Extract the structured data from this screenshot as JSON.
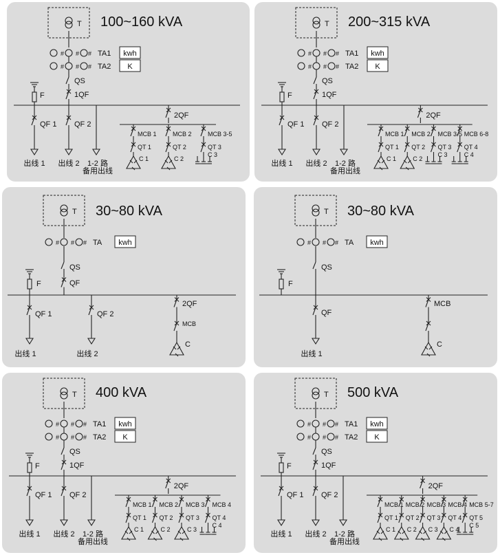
{
  "panels": [
    {
      "title": "100~160 kVA",
      "transformer": "T",
      "ct_rows": [
        {
          "label": "TA1",
          "box": "kwh"
        },
        {
          "label": "TA2",
          "box": "K"
        }
      ],
      "switch": "QS",
      "breaker": "1QF",
      "arrester": "F",
      "feeders": [
        {
          "switch": "QF 1",
          "label": "出线 1"
        },
        {
          "switch": "QF 2",
          "label": "出线 2"
        },
        {
          "label_lines": [
            "1-2 路",
            "备用出线"
          ]
        }
      ],
      "cap_breaker": "2QF",
      "cap_branches": [
        {
          "mcb": "MCB 1",
          "qt": "QT 1",
          "cap": "C 1",
          "kind": "tri"
        },
        {
          "mcb": "MCB 2",
          "qt": "QT 2",
          "cap": "C 2",
          "kind": "tri"
        },
        {
          "mcb": "MCB 3-5",
          "qt": "QT 3",
          "cap": "C 3",
          "kind": "split"
        }
      ]
    },
    {
      "title": "200~315 kVA",
      "transformer": "T",
      "ct_rows": [
        {
          "label": "TA1",
          "box": "kwh"
        },
        {
          "label": "TA2",
          "box": "K"
        }
      ],
      "switch": "QS",
      "breaker": "1QF",
      "arrester": "F",
      "feeders": [
        {
          "switch": "QF 1",
          "label": "出线 1"
        },
        {
          "switch": "QF 2",
          "label": "出线 2"
        },
        {
          "label_lines": [
            "1-2 路",
            "备用出线"
          ]
        }
      ],
      "cap_breaker": "2QF",
      "cap_branches": [
        {
          "mcb": "MCB 1",
          "qt": "QT 1",
          "cap": "C 1",
          "kind": "tri"
        },
        {
          "mcb": "MCB 2",
          "qt": "QT 2",
          "cap": "C 2",
          "kind": "tri"
        },
        {
          "mcb": "MCB 3-5",
          "qt": "QT 3",
          "cap": "C 3",
          "kind": "split"
        },
        {
          "mcb": "MCB 6-8",
          "qt": "QT 4",
          "cap": "C 4",
          "kind": "split"
        }
      ]
    },
    {
      "title": "30~80 kVA",
      "transformer": "T",
      "ct_rows": [
        {
          "label": "TA",
          "box": "kwh"
        }
      ],
      "switch": "QS",
      "breaker": "QF",
      "arrester": "F",
      "feeders": [
        {
          "switch": "QF 1",
          "label": "出线 1"
        },
        {
          "switch": "QF 2",
          "label": "出线 2"
        }
      ],
      "cap_breaker": "2QF",
      "cap_mcb": "MCB",
      "cap_label": "C"
    },
    {
      "title": "30~80 kVA",
      "transformer": "T",
      "ct_rows": [
        {
          "label": "TA",
          "box": "kwh"
        }
      ],
      "switch": "QS",
      "arrester": "F",
      "main_down": "QF",
      "feeder_label": "出线 1",
      "cap_breaker": "MCB",
      "cap_label": "C"
    },
    {
      "title": "400 kVA",
      "transformer": "T",
      "ct_rows": [
        {
          "label": "TA1",
          "box": "kwh"
        },
        {
          "label": "TA2",
          "box": "K"
        }
      ],
      "switch": "QS",
      "breaker": "1QF",
      "arrester": "F",
      "feeders": [
        {
          "switch": "QF 1",
          "label": "出线 1"
        },
        {
          "switch": "QF 2",
          "label": "出线 2"
        },
        {
          "label_lines": [
            "1-2 路",
            "备用出线"
          ]
        }
      ],
      "cap_breaker": "2QF",
      "cap_branches": [
        {
          "mcb": "MCB 1",
          "qt": "QT 1",
          "cap": "C 1",
          "kind": "tri"
        },
        {
          "mcb": "MCB 2",
          "qt": "QT 2",
          "cap": "C 2",
          "kind": "tri"
        },
        {
          "mcb": "MCB 3",
          "qt": "QT 3",
          "cap": "C 3",
          "kind": "tri"
        },
        {
          "mcb": "MCB 4",
          "qt": "QT 4",
          "cap": "C 4",
          "kind": "split"
        }
      ]
    },
    {
      "title": "500 kVA",
      "transformer": "T",
      "ct_rows": [
        {
          "label": "TA1",
          "box": "kwh"
        },
        {
          "label": "TA2",
          "box": "K"
        }
      ],
      "switch": "QS",
      "breaker": "1QF",
      "arrester": "F",
      "feeders": [
        {
          "switch": "QF 1",
          "label": "出线 1"
        },
        {
          "switch": "QF 2",
          "label": "出线 2"
        },
        {
          "label_lines": [
            "1-2 路",
            "备用出线"
          ]
        }
      ],
      "cap_breaker": "2QF",
      "cap_branches": [
        {
          "mcb": "MCB 1",
          "qt": "QT 1",
          "cap": "C 1",
          "kind": "tri"
        },
        {
          "mcb": "MCB 2",
          "qt": "QT 2",
          "cap": "C 2",
          "kind": "tri"
        },
        {
          "mcb": "MCB 3",
          "qt": "QT 3",
          "cap": "C 3",
          "kind": "tri"
        },
        {
          "mcb": "MCB 4",
          "qt": "QT 4",
          "cap": "C 4",
          "kind": "tri"
        },
        {
          "mcb": "MCB 5-7",
          "qt": "QT 5",
          "cap": "C 5",
          "kind": "split"
        }
      ]
    }
  ]
}
